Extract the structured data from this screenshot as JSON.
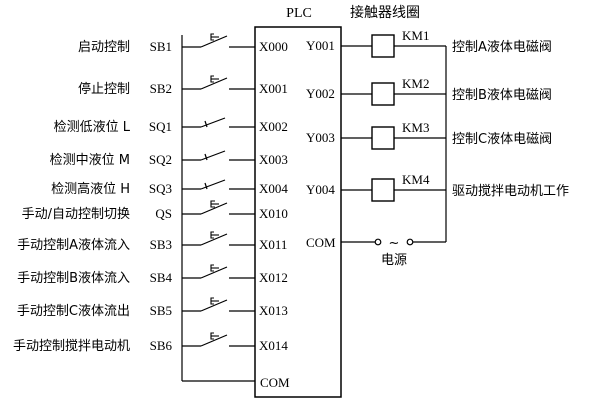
{
  "plc": {
    "title": "PLC",
    "output_header": "接触器线圈",
    "input_common": "COM",
    "output_common": "COM"
  },
  "inputs": [
    {
      "desc": "启动控制",
      "tag": "SB1",
      "address": "X000",
      "contact": "button"
    },
    {
      "desc": "停止控制",
      "tag": "SB2",
      "address": "X001",
      "contact": "button"
    },
    {
      "desc": "检测低液位 L",
      "tag": "SQ1",
      "address": "X002",
      "contact": "limit"
    },
    {
      "desc": "检测中液位 M",
      "tag": "SQ2",
      "address": "X003",
      "contact": "limit"
    },
    {
      "desc": "检测高液位 H",
      "tag": "SQ3",
      "address": "X004",
      "contact": "limit"
    },
    {
      "desc": "手动/自动控制切换",
      "tag": "QS",
      "address": "X010",
      "contact": "switch"
    },
    {
      "desc": "手动控制A液体流入",
      "tag": "SB3",
      "address": "X011",
      "contact": "button"
    },
    {
      "desc": "手动控制B液体流入",
      "tag": "SB4",
      "address": "X012",
      "contact": "button"
    },
    {
      "desc": "手动控制C液体流出",
      "tag": "SB5",
      "address": "X013",
      "contact": "button"
    },
    {
      "desc": "手动控制搅拌电动机",
      "tag": "SB6",
      "address": "X014",
      "contact": "button"
    }
  ],
  "outputs": [
    {
      "address": "Y001",
      "coil": "KM1",
      "desc": "控制A液体电磁阀"
    },
    {
      "address": "Y002",
      "coil": "KM2",
      "desc": "控制B液体电磁阀"
    },
    {
      "address": "Y003",
      "coil": "KM3",
      "desc": "控制C液体电磁阀"
    },
    {
      "address": "Y004",
      "coil": "KM4",
      "desc": "驱动搅拌电动机工作"
    }
  ],
  "power_supply": {
    "symbol": "~",
    "label": "电源"
  }
}
